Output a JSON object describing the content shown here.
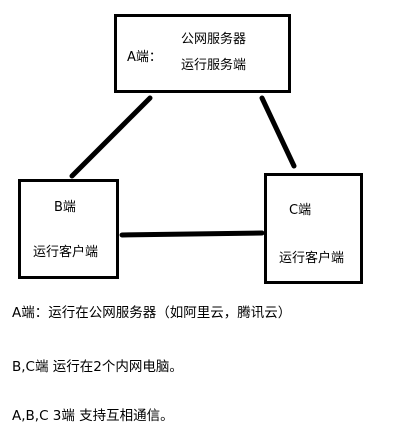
{
  "nodes": {
    "a": {
      "title": "A端：",
      "line1": "公网服务器",
      "line2": "运行服务端"
    },
    "b": {
      "title": "B端",
      "line1": "运行客户端"
    },
    "c": {
      "title": "C端",
      "line1": "运行客户端"
    }
  },
  "notes": [
    "A端：运行在公网服务器（如阿里云，腾讯云）",
    "B,C端 运行在2个内网电脑。",
    "A,B,C  3端 支持互相通信。"
  ]
}
